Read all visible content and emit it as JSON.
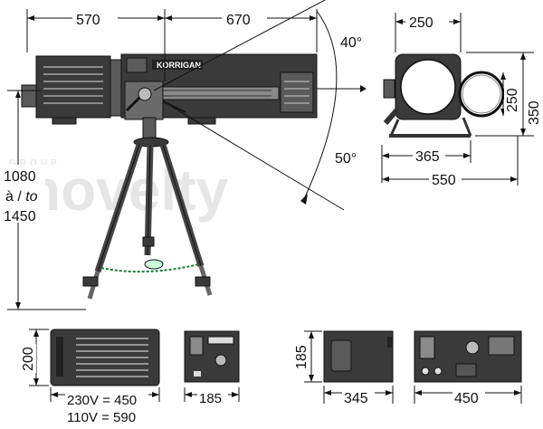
{
  "watermark": {
    "group": "GROUP",
    "brand": "novelty"
  },
  "spot_brand": "KORRIGAN",
  "dimensions": {
    "body_length": "570",
    "lens_length": "670",
    "tilt_up": "40°",
    "tilt_down": "50°",
    "height_min": "1080",
    "height_sep": "à / ",
    "height_sep_italic": "to",
    "height_max": "1450",
    "front_width": "250",
    "front_height": "250",
    "front_total_height": "350",
    "base_width": "365",
    "total_width": "550",
    "ballast_height": "200",
    "ballast_230": "230V = 450",
    "ballast_110": "110V = 590",
    "ballast_depth": "185",
    "case_height": "185",
    "case_width": "345",
    "case_length": "450"
  }
}
